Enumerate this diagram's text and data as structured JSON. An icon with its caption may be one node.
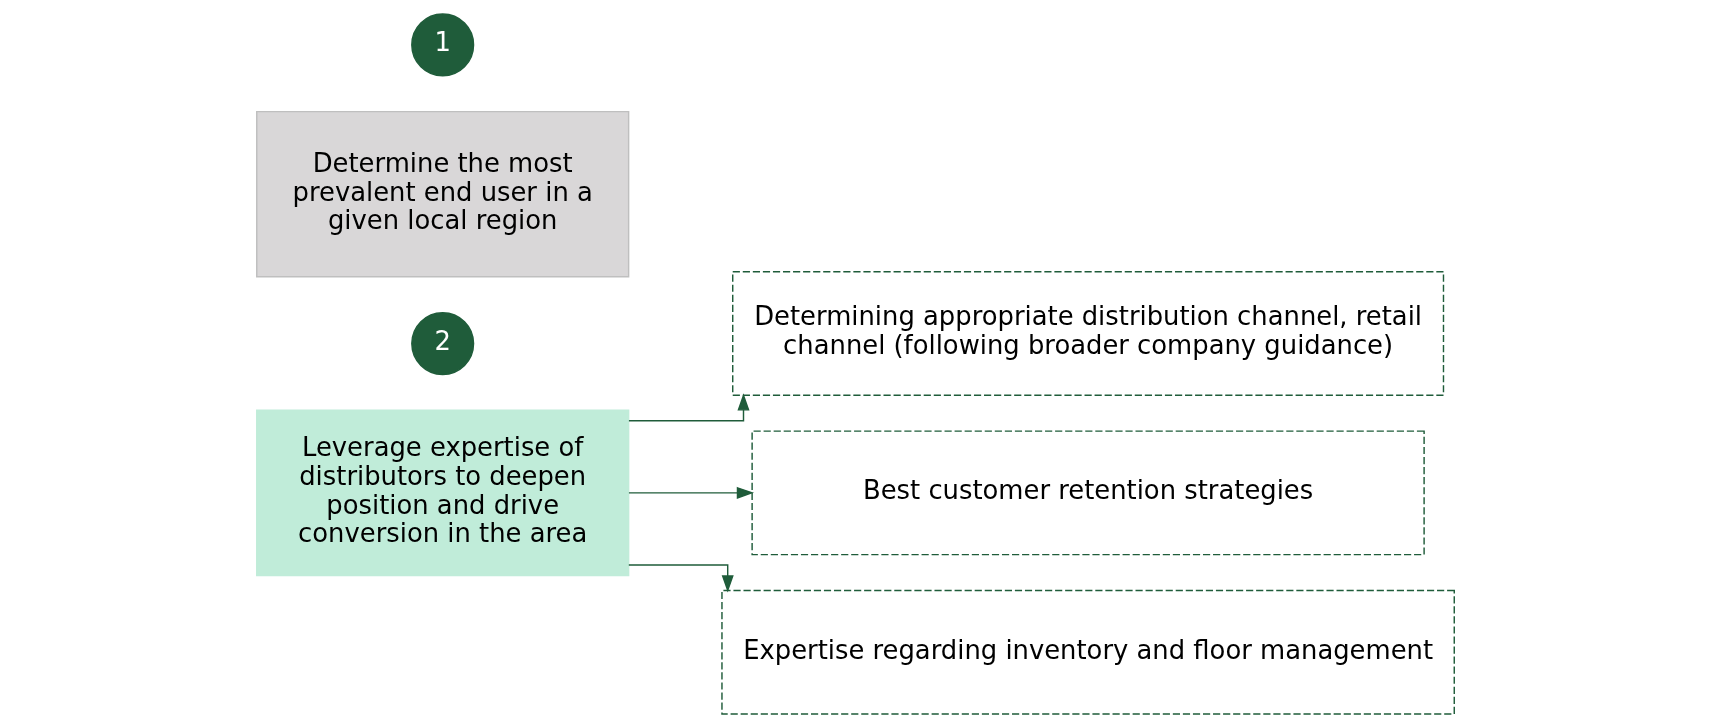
{
  "diagram": {
    "nodes": [
      {
        "text": [
          "1"
        ]
      },
      {
        "text": [
          "Determine the most prevalent end user in a given local region"
        ]
      },
      {
        "text": [
          "2"
        ]
      },
      {
        "text": [
          "Leverage expertise of distributors to deepen position and drive conversion in the area"
        ]
      },
      {
        "text": [
          "Determining appropriate distribution channel, retail channel (following broader company guidance)"
        ]
      },
      {
        "text": [
          "Best customer retention strategies"
        ]
      },
      {
        "text": [
          "Expertise regarding inventory and floor management"
        ]
      }
    ],
    "edges": [
      {
        "from": 3,
        "to": 4,
        "arrow": "to"
      },
      {
        "from": 3,
        "to": 5,
        "arrow": "to"
      },
      {
        "from": 3,
        "to": 6,
        "arrow": "to"
      }
    ]
  }
}
